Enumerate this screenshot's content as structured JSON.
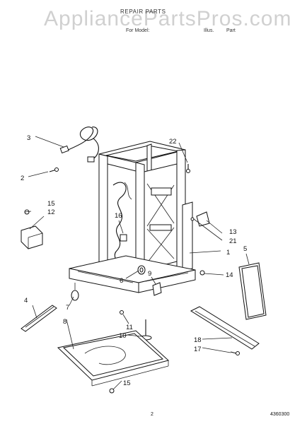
{
  "header": {
    "title": "REPAIR PARTS",
    "subtitle": "For Model:",
    "illus_label": "Illus.",
    "part_label": "Part"
  },
  "watermark": "AppliancePartsPros.com",
  "footer": {
    "page_number": "2",
    "doc_number": "4360300"
  },
  "callouts": [
    "1",
    "2",
    "3",
    "4",
    "5",
    "6",
    "7",
    "8",
    "9",
    "10",
    "11",
    "12",
    "13",
    "14",
    "15",
    "15",
    "16",
    "17",
    "18",
    "21",
    "22"
  ]
}
